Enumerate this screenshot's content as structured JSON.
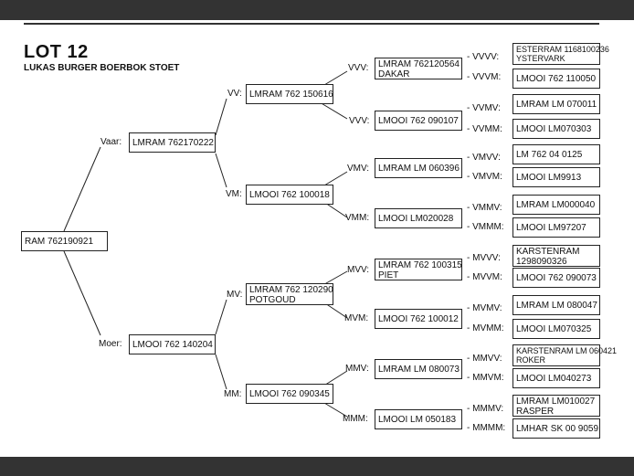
{
  "header": {
    "lot": "LOT 12",
    "subtitle": "LUKAS BURGER BOERBOK STOET"
  },
  "subject": "RAM 762190921",
  "gen1": {
    "vaar": {
      "label": "Vaar:",
      "name": "LMRAM 762170222"
    },
    "moer": {
      "label": "Moer:",
      "name": "LMOOI 762 140204"
    }
  },
  "gen2": {
    "vv": {
      "label": "VV:",
      "name": "LMRAM 762 150616"
    },
    "vm": {
      "label": "VM:",
      "name": "LMOOI 762 100018"
    },
    "mv": {
      "label": "MV:",
      "line1": "LMRAM 762 120290",
      "line2": "POTGOUD"
    },
    "mm": {
      "label": "MM:",
      "name": "LMOOI 762 090345"
    }
  },
  "gen3": {
    "vvv": {
      "label": "VVV:",
      "line1": "LMRAM 762120564",
      "line2": "DAKAR"
    },
    "vvm": {
      "label": "VVV:",
      "name": "LMOOI 762 090107"
    },
    "vmv": {
      "label": "VMV:",
      "name": "LMRAM LM 060396"
    },
    "vmm": {
      "label": "VMM:",
      "name": "LMOOI LM020028"
    },
    "mvv": {
      "label": "MVV:",
      "line1": "LMRAM 762 100315",
      "line2": "PIET"
    },
    "mvm": {
      "label": "MVM:",
      "name": "LMOOI 762 100012"
    },
    "mmv": {
      "label": "MMV:",
      "name": "LMRAM LM 080073"
    },
    "mmm": {
      "label": "MMM:",
      "name": "LMOOI LM 050183"
    }
  },
  "gen4": {
    "vvvv": {
      "label": "- VVVV:",
      "line1": "ESTERRAM 1168100236",
      "line2": "YSTERVARK"
    },
    "vvvm": {
      "label": "- VVVM:",
      "name": "LMOOI 762 110050"
    },
    "vvmv": {
      "label": "- VVMV:",
      "name": "LMRAM LM 070011"
    },
    "vvmm": {
      "label": "- VVMM:",
      "name": "LMOOI LM070303"
    },
    "vmvv": {
      "label": "- VMVV:",
      "name": "LM 762 04 0125"
    },
    "vmvm": {
      "label": "- VMVM:",
      "name": "LMOOI LM9913"
    },
    "vmmv": {
      "label": "- VMMV:",
      "name": "LMRAM LM000040"
    },
    "vmmm": {
      "label": "- VMMM:",
      "name": "LMOOI LM97207"
    },
    "mvvv": {
      "label": "- MVVV:",
      "line1": "KARSTENRAM",
      "line2": "1298090326"
    },
    "mvvm": {
      "label": "- MVVM:",
      "name": "LMOOI 762 090073"
    },
    "mvmv": {
      "label": "- MVMV:",
      "name": "LMRAM LM 080047"
    },
    "mvmm": {
      "label": "- MVMM:",
      "name": "LMOOI LM070325"
    },
    "mmvv": {
      "label": "- MMVV:",
      "line1": "KARSTENRAM LM 060421",
      "line2": "ROKER"
    },
    "mmvm": {
      "label": "- MMVM:",
      "name": "LMOOI LM040273"
    },
    "mmmv": {
      "label": "- MMMV:",
      "line1": "LMRAM LM010027",
      "line2": "RASPER"
    },
    "mmmm": {
      "label": "- MMMM:",
      "name": "LMHAR SK 00 9059"
    }
  }
}
